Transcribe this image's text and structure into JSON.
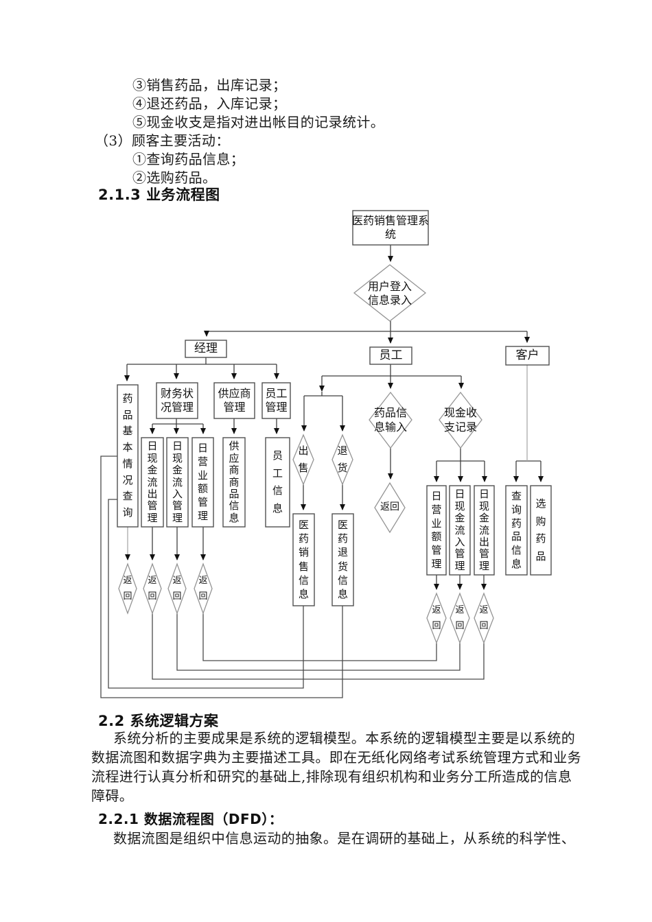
{
  "document": {
    "list_lines": [
      "③销售药品，出库记录；",
      "④退还药品，入库记录；",
      "⑤现金收支是指对进出帐目的记录统计。",
      "（3）顾客主要活动：",
      "①查询药品信息；",
      "②选购药品。"
    ],
    "heading_2_1_3": "2.1.3 业务流程图",
    "heading_2_2": "2.2 系统逻辑方案",
    "para_2_2_lines": [
      "系统分析的主要成果是系统的逻辑模型。本系统的逻辑模型主要是以系统的",
      "数据流图和数据字典为主要描述工具。即在无纸化网络考试系统管理方式和业务",
      "流程进行认真分析和研究的基础上,排除现有组织机构和业务分工所造成的信息",
      "障碍。"
    ],
    "heading_2_2_1": "2.2.1 数据流程图（DFD）：",
    "para_2_2_1_line": "数据流图是组织中信息运动的抽象。是在调研的基础上，从系统的科学性、"
  },
  "flowchart": {
    "labels": {
      "system": "医药销售管理系统",
      "login": "用户登入信息录入",
      "manager": "经理",
      "staff": "员工",
      "customer": "客户",
      "drug_basic_query": "药品基本情况查询",
      "finance_mgmt": "财务状况管理",
      "supplier_mgmt": "供应商管理",
      "staff_mgmt": "员工管理",
      "daily_cash_out": "日现金流出管理",
      "daily_cash_in": "日现金流入管理",
      "daily_turnover": "日营业额管理",
      "supplier_goods_info": "供应商商品信息",
      "staff_info": "员工信息",
      "sell": "出售",
      "refund": "退货",
      "drug_info_entry": "药品信息输入",
      "cash_record": "现金收支记录",
      "med_sales_info": "医药销售信息",
      "med_refund_info": "医药退货信息",
      "query_drug_info": "查询药品信息",
      "buy_drug": "选购药品",
      "return": "返回"
    }
  }
}
